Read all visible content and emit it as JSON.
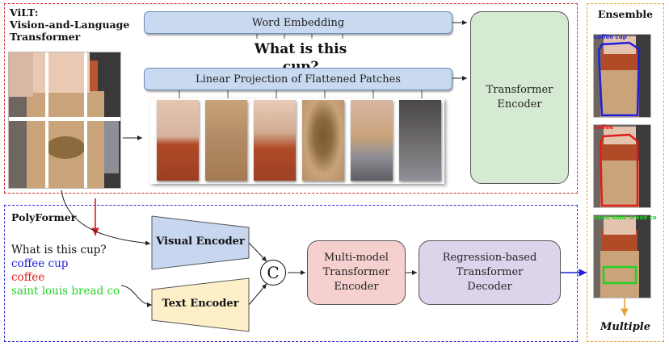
{
  "vilt": {
    "title_line1": "ViLT:",
    "title_line2": "Vision-and-Language",
    "title_line3": "Transformer",
    "word_embedding": "Word Embedding",
    "question": "What is this cup?",
    "linear_projection": "Linear Projection of Flattened Patches",
    "transformer_encoder_line1": "Transformer",
    "transformer_encoder_line2": "Encoder"
  },
  "polyformer": {
    "title": "PolyFormer",
    "prompts": [
      {
        "text": "What is this cup?",
        "color": "#111111"
      },
      {
        "text": "coffee cup",
        "color": "#1f1fdd"
      },
      {
        "text": "coffee",
        "color": "#e01b1b"
      },
      {
        "text": "saint louis bread co",
        "color": "#25d025"
      }
    ],
    "visual_encoder": "Visual Encoder",
    "text_encoder": "Text Encoder",
    "concat_symbol": "C",
    "mm_encoder_line1": "Multi-model",
    "mm_encoder_line2": "Transformer",
    "mm_encoder_line3": "Encoder",
    "decoder_line1": "Regression-based",
    "decoder_line2": "Transformer",
    "decoder_line3": "Decoder"
  },
  "ensemble": {
    "title": "Ensemble",
    "labels": [
      {
        "text": "coffee cup",
        "color": "#1f1fdd"
      },
      {
        "text": "coffee",
        "color": "#e01b1b"
      },
      {
        "text": "saint louis bread co",
        "color": "#25d025"
      }
    ],
    "footer": "Multiple"
  },
  "colors": {
    "vilt_frame": "#d62a2a",
    "poly_frame": "#2a2ad6",
    "ensemble_frame": "#e8a03a",
    "pill_fill": "#c9d9ef",
    "transformer_fill": "#d6e9d2",
    "visual_encoder_fill": "#c9d6ef",
    "text_encoder_fill": "#fdf0c8",
    "mm_encoder_fill": "#f6cfcf",
    "decoder_fill": "#ddd3ea"
  }
}
